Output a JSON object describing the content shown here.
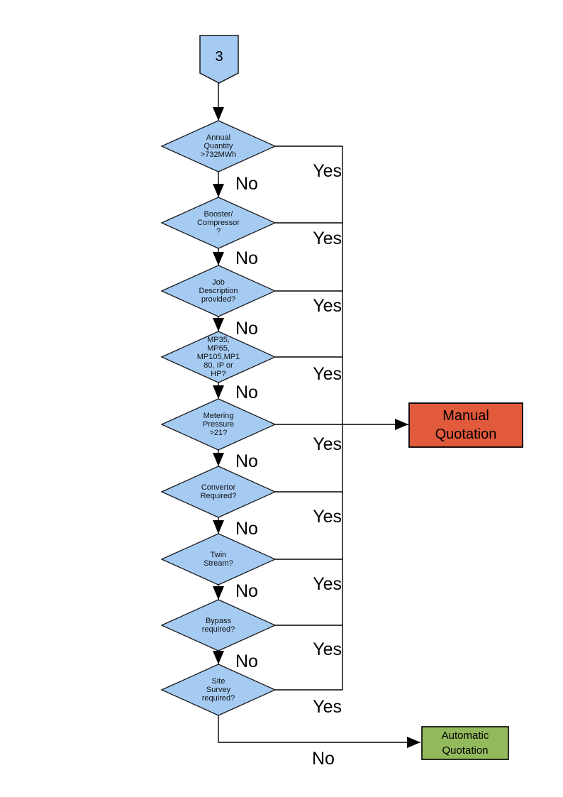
{
  "colors": {
    "node_fill": "#A5CBF3",
    "node_border": "#1A1A1A",
    "manual_fill": "#E15A3B",
    "automatic_fill": "#92BA5C",
    "line": "#000000",
    "background": "#FFFFFF"
  },
  "offpage_connector": {
    "label": "3"
  },
  "decisions": [
    {
      "label": "Annual\nQuantity\n>732MWh",
      "yes_label": "Yes",
      "no_label": "No"
    },
    {
      "label": "Booster/\nCompressor\n?",
      "yes_label": "Yes",
      "no_label": "No"
    },
    {
      "label": "Job\nDescription\nprovided?",
      "yes_label": "Yes",
      "no_label": "No"
    },
    {
      "label": "MP35,\nMP65,\nMP105,MP1\n80, IP or\nHP?",
      "yes_label": "Yes",
      "no_label": "No"
    },
    {
      "label": "Metering\nPressure\n>21?",
      "yes_label": "Yes",
      "no_label": "No"
    },
    {
      "label": "Convertor\nRequired?",
      "yes_label": "Yes",
      "no_label": "No"
    },
    {
      "label": "Twin\nStream?",
      "yes_label": "Yes",
      "no_label": "No"
    },
    {
      "label": "Bypass\nrequired?",
      "yes_label": "Yes",
      "no_label": "No"
    },
    {
      "label": "Site\nSurvey\nrequired?",
      "yes_label": "Yes",
      "no_label": "No"
    }
  ],
  "outcomes": {
    "manual": {
      "label": "Manual\nQuotation"
    },
    "automatic": {
      "label": "Automatic\nQuotation"
    }
  }
}
